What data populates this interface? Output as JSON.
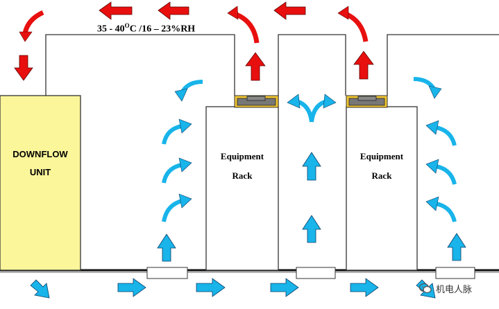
{
  "colors": {
    "hot_air": "#e8100f",
    "cold_air": "#18b4ea",
    "downflow_unit": "#fbf69a",
    "tile_fill": "#efc430",
    "outline": "#333333"
  },
  "labels": {
    "temperature": "35 - 40",
    "temperature_sup": "O",
    "temperature_rest": "C /16 – 23%RH",
    "downflow_line1": "DOWNFLOW",
    "downflow_line2": "UNIT",
    "rack1_line1": "Equipment",
    "rack1_line2": "Rack",
    "rack2_line1": "Equipment",
    "rack2_line2": "Rack",
    "watermark": "机电人脉"
  },
  "icons": [
    "hot-air-arrow-icon",
    "cold-air-arrow-icon",
    "wechat-icon"
  ]
}
